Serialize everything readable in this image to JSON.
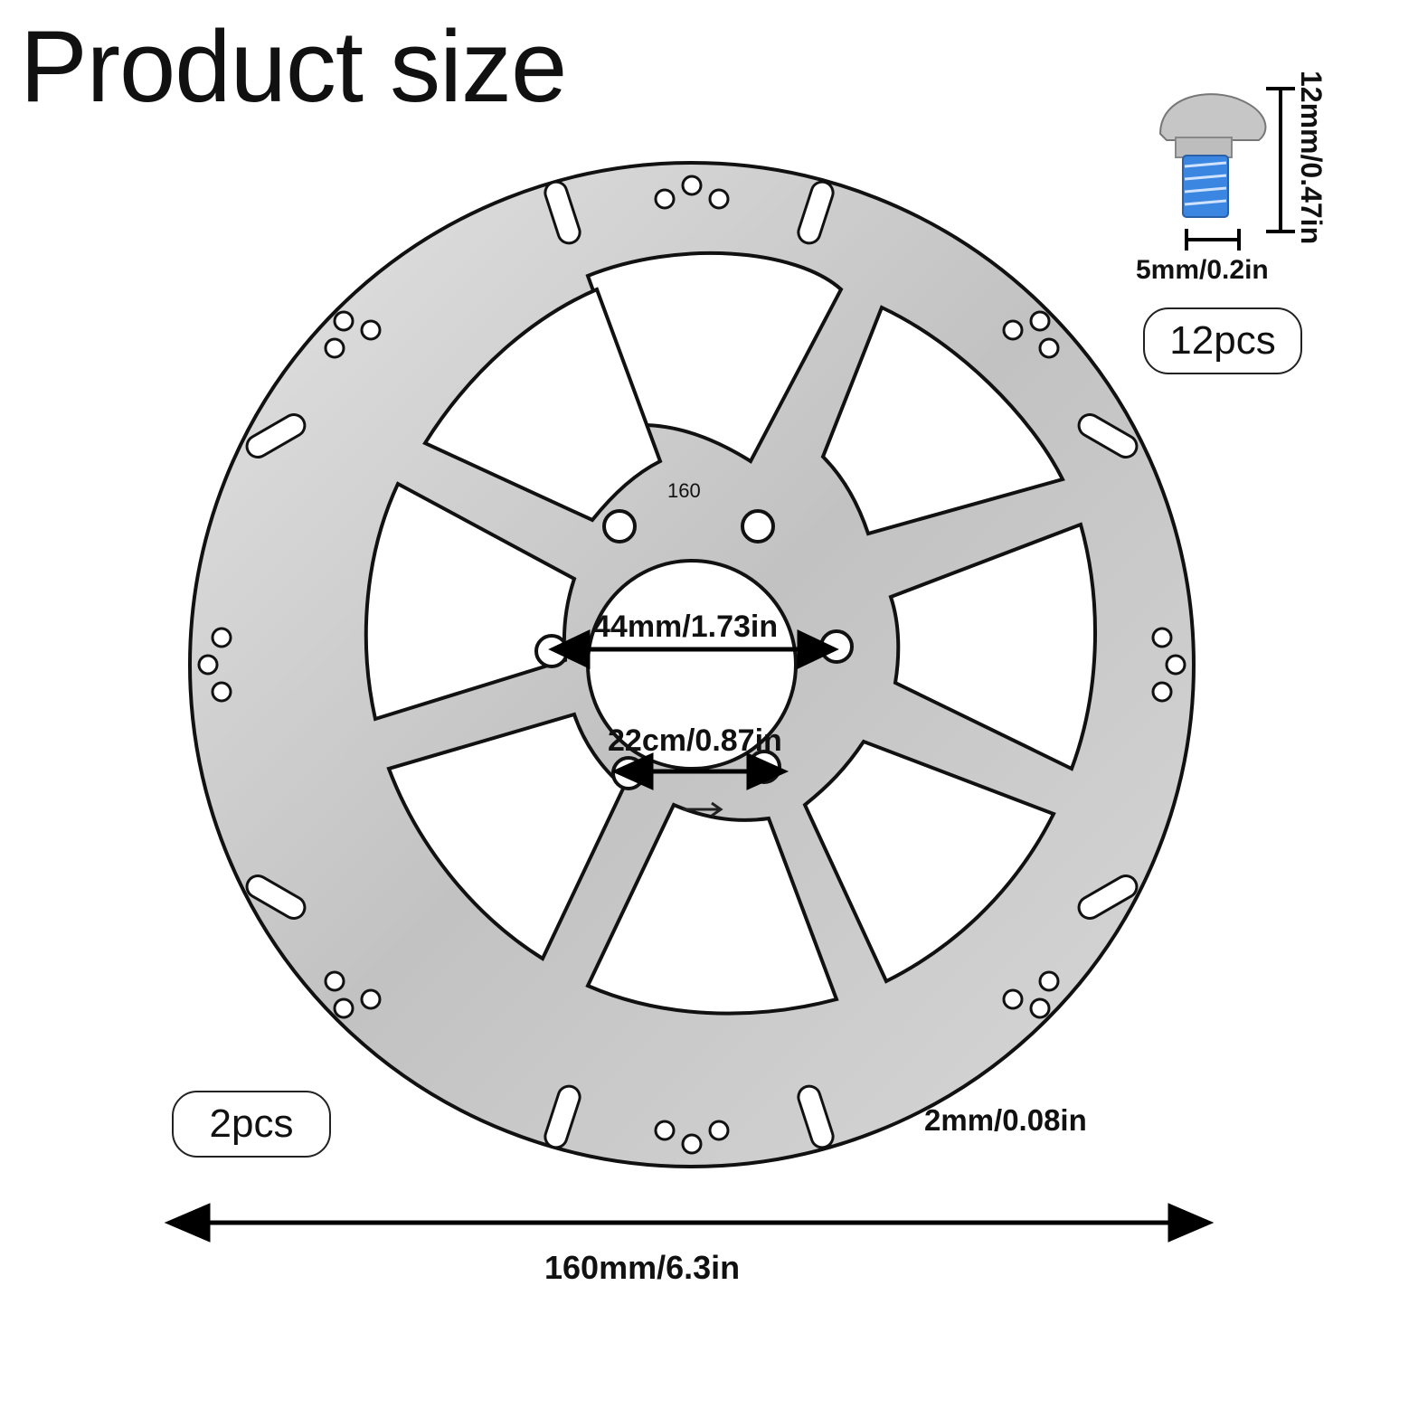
{
  "title": "Product size",
  "disc": {
    "marking": "160",
    "color": "#c9c9c9",
    "edge_color": "#111111"
  },
  "dimensions": {
    "bolt_spacing": "44mm/1.73in",
    "center_hole": "22cm/0.87in",
    "thickness": "2mm/0.08in",
    "diameter": "160mm/6.3in",
    "screw_length": "12mm/0.47in",
    "screw_width": "5mm/0.2in"
  },
  "quantities": {
    "discs": "2pcs",
    "screws": "12pcs"
  },
  "screw": {
    "thread_color": "#3a86e0",
    "head_color": "#b8b8b8"
  }
}
